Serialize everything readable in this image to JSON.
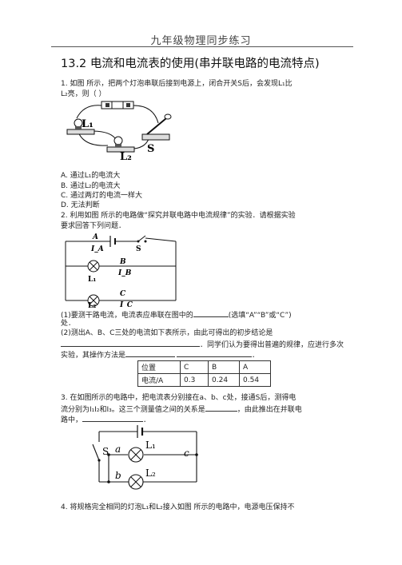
{
  "header": {
    "title": "九年级物理同步练习"
  },
  "section_title": "13.2 电流和电流表的使用(串并联电路的电流特点)",
  "q1": {
    "stem_line1": "1. 如图 所示，把两个灯泡串联后接到电源上，闭合开关S后，会发现L₁比",
    "stem_line2": "L₂亮，则（    ）",
    "fig_labels": {
      "l1": "L₁",
      "l2": "L₂",
      "s": "S"
    },
    "options": [
      "A. 通过L₁的电流大",
      "B. 通过L₂的电流大",
      "C. 通过两灯的电流一样大",
      "D. 无法判断"
    ]
  },
  "q2": {
    "stem_line1": "2. 利用如图 所示的电路做“探究并联电路中电流规律”的实验．请根据实验",
    "stem_line2": "要求回答下列问题．",
    "fig_labels": {
      "a": "A",
      "ia": "I_A",
      "b": "B",
      "ib": "I_B",
      "c": "C",
      "ic": "I_C",
      "s": "S",
      "l1": "L₁",
      "l2": "L₂"
    },
    "part1_line1_a": "(1)要测干路电流，电流表应串联在图中的",
    "part1_line1_b": "(选填“A”“B”或“C”)",
    "part1_line2": "处．",
    "part2_line1": "(2)测出A、B、C三处的电流如下表所示，由此可得出的初步结论是",
    "part2_line2_a": "．同学们认为要得出普遍的规律，应进行多次",
    "part2_line3_a": "实验，其操作方法是",
    "part2_line3_b": "．",
    "table": {
      "headers": [
        "位置",
        "C",
        "B",
        "A"
      ],
      "row": [
        "电流/A",
        "0.3",
        "0.24",
        "0.54"
      ]
    }
  },
  "q3": {
    "stem_line1": "3. 在如图所示的电路中，把电流表分别接在a、b、c处，接通S后，测得电",
    "stem_line2_a": "流分别为I₁I₂和I₃。这三个测量值之间的关系是",
    "stem_line2_b": "，由此推出在并联电",
    "stem_line3_a": "路中，",
    "stem_line3_b": "．",
    "fig_labels": {
      "s": "S",
      "a": "a",
      "b": "b",
      "c": "c",
      "l1": "L₁",
      "l2": "L₂"
    }
  },
  "q4": {
    "stem_line1": "4. 将规格完全相同的灯泡L₁和L₂接入如图 所示的电路中，电源电压保持不"
  }
}
